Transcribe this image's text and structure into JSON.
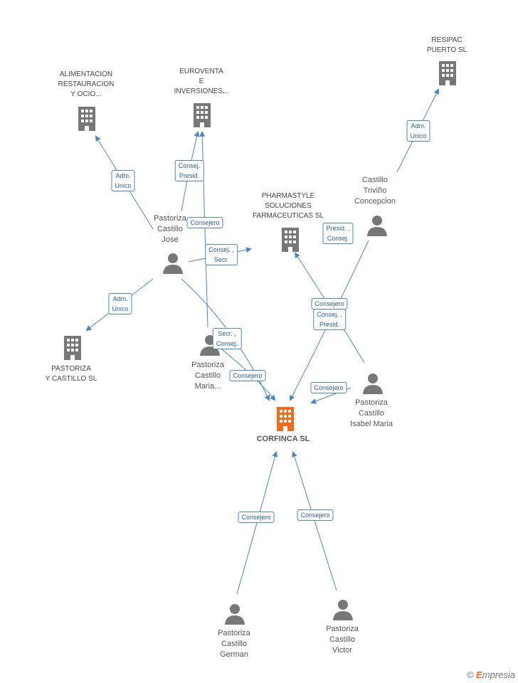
{
  "nodes": {
    "alimentacion": "ALIMENTACION\nRESTAURACION\nY OCIO...",
    "euroventa": "EUROVENTA\nE\nINVERSIONES...",
    "resipac": "RESIPAC\nPUERTO SL",
    "pharmastyle": "PHARMASTYLE\nSOLUCIONES\nFARMACEUTICAS SL",
    "pastoriza_y_castillo": "PASTORIZA\nY CASTILLO SL",
    "corfinca": "CORFINCA SL",
    "jose": "Pastoriza\nCastillo\nJose",
    "castillo_trivino": "Castillo\nTriviño\nConcepcion",
    "maria": "Pastoriza\nCastillo\nMaria...",
    "isabel": "Pastoriza\nCastillo\nIsabel Maria",
    "german": "Pastoriza\nCastillo\nGerman",
    "victor": "Pastoriza\nCastillo\nVictor"
  },
  "edge_labels": {
    "adm_unico_alim": "Adm.\nUnico",
    "consej_presid_euro": "Consej.\nPresid.",
    "consejero_euro": "Consejero",
    "consej_secr_pharma": "Consej. ,\nSecr.",
    "adm_unico_pyc": "Adm.\nUnico",
    "adm_unico_resipac": "Adm.\nUnico",
    "presid_consej_trivino": "Presid. ,\nConsej.",
    "consejero_pharma": "Consejero",
    "consej_presid_corfinca": "Consej. ,\nPresid.",
    "secr_consej_maria": "Secr. ,\nConsej.",
    "consejero_maria": "Consejero",
    "consejero_isabel": "Consejero",
    "consejero_german": "Consejero",
    "consejero_victor": "Consejero"
  },
  "colors": {
    "edge": "#4a86c8",
    "icon": "#777777",
    "main_company": "#f26a1b"
  },
  "watermark": {
    "copyright": "©",
    "brand_first": "E",
    "brand_rest": "mpresia"
  }
}
